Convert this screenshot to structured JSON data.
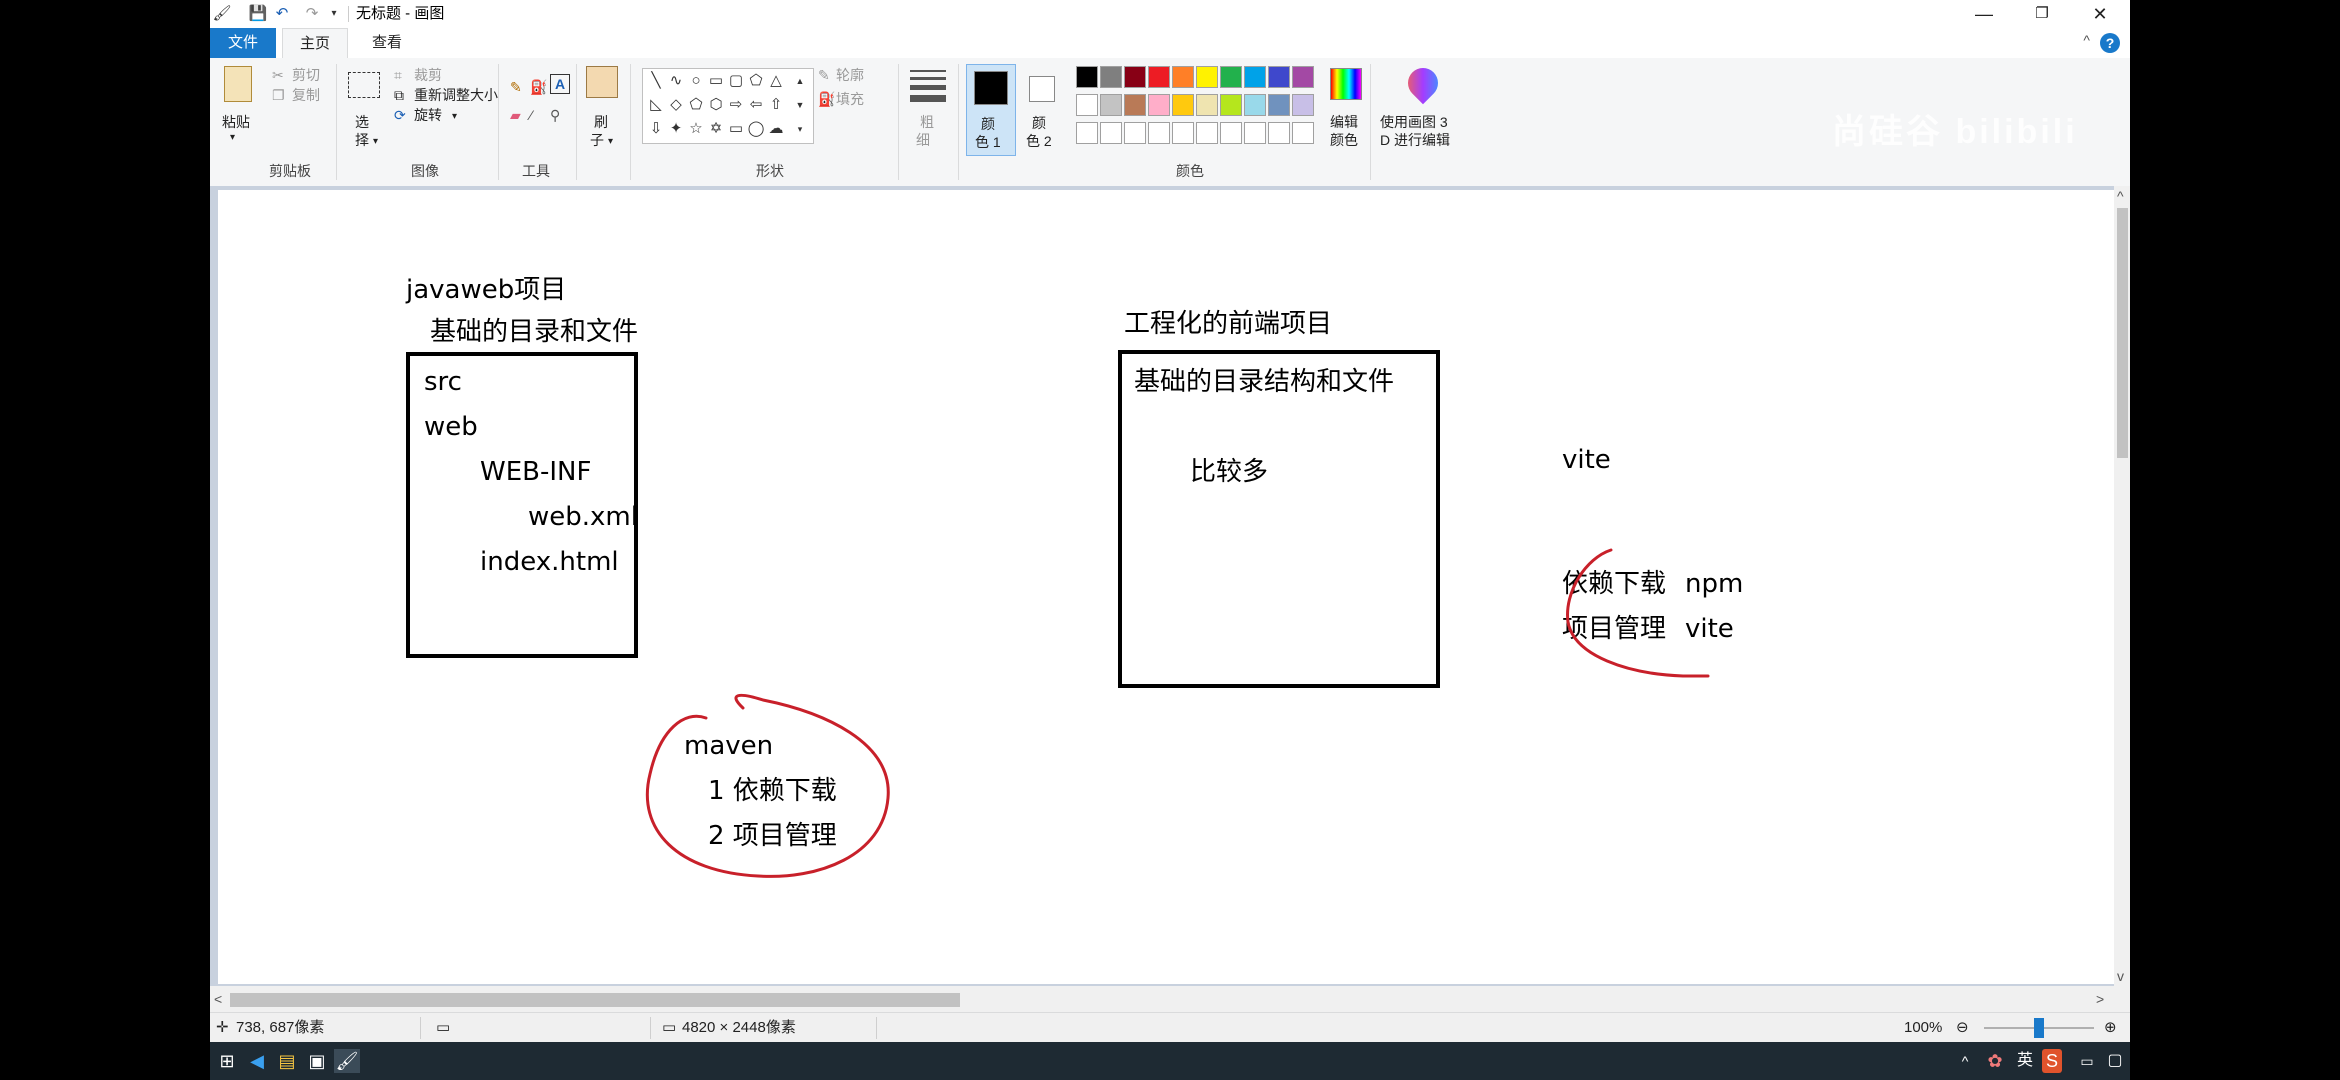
{
  "window": {
    "title": "无标题 - 画图",
    "minimize_glyph": "—",
    "restore_glyph": "❐",
    "close_glyph": "✕"
  },
  "tabs": {
    "file": "文件",
    "home": "主页",
    "view": "查看"
  },
  "ribbon": {
    "clipboard": {
      "label": "剪贴板",
      "paste": "粘贴",
      "cut": "剪切",
      "copy": "复制"
    },
    "image": {
      "label": "图像",
      "select": "选",
      "select2": "择",
      "crop": "裁剪",
      "resize": "重新调整大小",
      "rotate": "旋转"
    },
    "tools": {
      "label": "工具"
    },
    "brushes": {
      "label1": "刷",
      "label2": "子"
    },
    "shapes": {
      "label": "形状",
      "outline": "轮廓",
      "fill": "填充"
    },
    "size": {
      "label1": "粗",
      "label2": "细"
    },
    "colors": {
      "label": "颜色",
      "color1_a": "颜",
      "color1_b": "色 1",
      "color2_a": "颜",
      "color2_b": "色 2",
      "edit_a": "编辑",
      "edit_b": "颜色",
      "paint3d_a": "使用画图 3",
      "paint3d_b": "D 进行编辑",
      "palette_row1": [
        "#000000",
        "#7f7f7f",
        "#880015",
        "#ed1c24",
        "#ff7f27",
        "#fff200",
        "#22b14c",
        "#00a2e8",
        "#3f48cc",
        "#a349a4"
      ],
      "palette_row2": [
        "#ffffff",
        "#c3c3c3",
        "#b97a57",
        "#ffaec9",
        "#ffc90e",
        "#efe4b0",
        "#b5e61d",
        "#99d9ea",
        "#7092be",
        "#c8bfe7"
      ],
      "palette_row3": [
        "#ffffff",
        "#ffffff",
        "#ffffff",
        "#ffffff",
        "#ffffff",
        "#ffffff",
        "#ffffff",
        "#ffffff",
        "#ffffff",
        "#ffffff"
      ]
    }
  },
  "canvas": {
    "left_title": "javaweb项目",
    "left_subtitle": "基础的目录和文件",
    "left_box": [
      "src",
      "web",
      "WEB-INF",
      "web.xml",
      "index.html"
    ],
    "maven": "maven",
    "maven_items": [
      "1 依赖下载",
      "2 项目管理"
    ],
    "right_title": "工程化的前端项目",
    "right_box_line1": "基础的目录结构和文件",
    "right_box_line2": "比较多",
    "vite": "vite",
    "deps_label": "依赖下载",
    "deps_tool": "npm",
    "proj_label": "项目管理",
    "proj_tool": "vite"
  },
  "status": {
    "cursor_pos": "738, 687像素",
    "canvas_size": "4820 × 2448像素",
    "zoom": "100%",
    "zoom_level": 0.5
  },
  "taskbar": {
    "ime": "英",
    "watermark_text": "尚硅谷 bilibili"
  }
}
